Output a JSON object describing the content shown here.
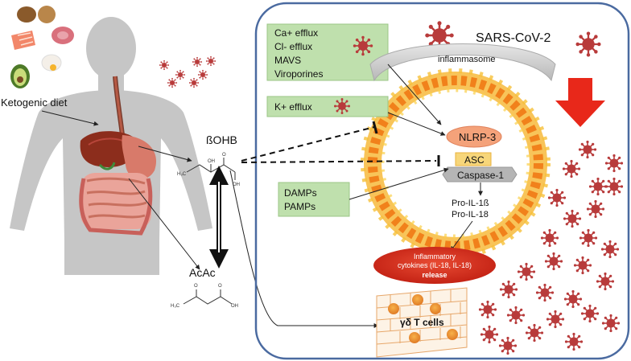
{
  "left": {
    "diet_label": "Ketogenic diet",
    "bohb_label": "ßOHB",
    "acac_label": "AcAc",
    "chem": {
      "oh": "OH",
      "o": "O",
      "ch3": "H₃C"
    }
  },
  "panel": {
    "virus_label": "SARS-CoV-2",
    "inflammasome_label": "inflammasome",
    "box1": [
      "Ca+ efflux",
      "Cl- efflux",
      "MAVS",
      "Viroporines"
    ],
    "box2": "K+ efflux",
    "box3": [
      "DAMPs",
      "PAMPs"
    ],
    "nlrp3": "NLRP-3",
    "asc": "ASC",
    "caspase": "Caspase-1",
    "pro": [
      "Pro-IL-1ß",
      "Pro-IL-18"
    ],
    "cytokines": [
      "Inflammatory",
      "cytokines (IL-18, IL-18)",
      "release"
    ],
    "tcells": "γδ T cells"
  },
  "colors": {
    "panel_border": "#4a6aa0",
    "green_box": "#bfe0ad",
    "virus": "#b83b3b",
    "nlrp3": "#f4a27a",
    "asc": "#f7d67a",
    "caspase": "#b5b5b5",
    "cytokine": "#d62f1f",
    "arrow_red": "#e8281a",
    "flame": "#f08a1c"
  },
  "icons": [
    "virus-icon",
    "food-icon",
    "body-silhouette-icon",
    "liver-icon",
    "flame-ring-icon",
    "inhibition-icon",
    "cell-wall-icon"
  ]
}
